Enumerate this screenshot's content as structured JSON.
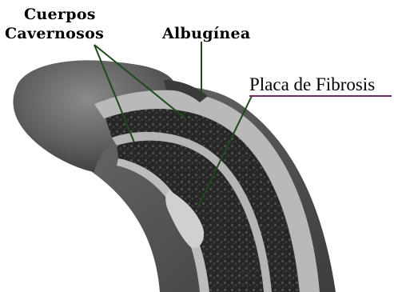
{
  "labels": {
    "cuerpos_line1": "Cuerpos",
    "cuerpos_line2": "Cavernosos",
    "albuginea": "Albugínea",
    "placa": "Placa de Fibrosis"
  },
  "colors": {
    "tissue_dark": "#2a2a2a",
    "tissue_texture": "#4a4a4a",
    "albuginea_band": "#b9b9b9",
    "outer_skin": "#5a5a5a",
    "glans": "#6e6e6e",
    "plaque": "#d0d0d0",
    "underline_accent": "#6b2b6b",
    "leader_line": "#1e4a1e"
  }
}
